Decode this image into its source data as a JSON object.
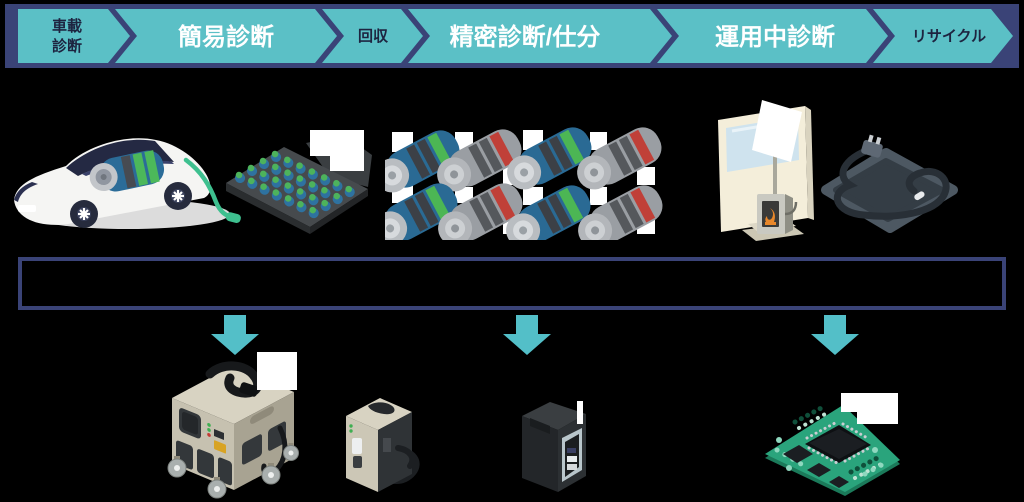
{
  "diagram_title": "EV battery diagnosis lifecycle flow",
  "colors": {
    "background": "#000000",
    "bar_navy": "#3A4377",
    "chevron_teal": "#5BC0C6",
    "arrow_teal": "#53BFC8",
    "step_text_dark": "#1D2440",
    "step_text_light": "#FFFFFF",
    "cell_blue": "#2A6A94",
    "cell_gray": "#9A9EA3",
    "stripe_green": "#4CB654",
    "stripe_red": "#C04038",
    "pcb_green": "#2AA47C"
  },
  "process_bar": {
    "steps": [
      {
        "id": "onboard-diagnosis",
        "label": "車載診断",
        "lines": [
          "車載",
          "診断"
        ],
        "emphasis": false
      },
      {
        "id": "simple-diagnosis",
        "label": "簡易診断",
        "emphasis": true
      },
      {
        "id": "collection",
        "label": "回収",
        "emphasis": false
      },
      {
        "id": "precision-diagnosis-sorting",
        "label": "精密診断/仕分",
        "emphasis": true
      },
      {
        "id": "in-operation-diagnosis",
        "label": "運用中診断",
        "emphasis": true
      },
      {
        "id": "recycle",
        "label": "リサイクル",
        "emphasis": false
      }
    ]
  },
  "figures": {
    "top_row": [
      {
        "icon": "ev-car-with-battery-icon"
      },
      {
        "icon": "battery-module-tray-icon"
      },
      {
        "icon": "battery-cells-sorted-icon",
        "good_cells": 4,
        "bad_cells": 4
      },
      {
        "icon": "monitor-panel-device-icon"
      },
      {
        "icon": "charging-adapter-cable-icon"
      }
    ],
    "down_arrows": 3,
    "bottom_row": [
      {
        "icon": "wheeled-charger-discharger-icon"
      },
      {
        "icon": "portable-tester-box-icon"
      },
      {
        "icon": "tower-tester-icon"
      },
      {
        "icon": "circuit-board-icon"
      }
    ]
  }
}
